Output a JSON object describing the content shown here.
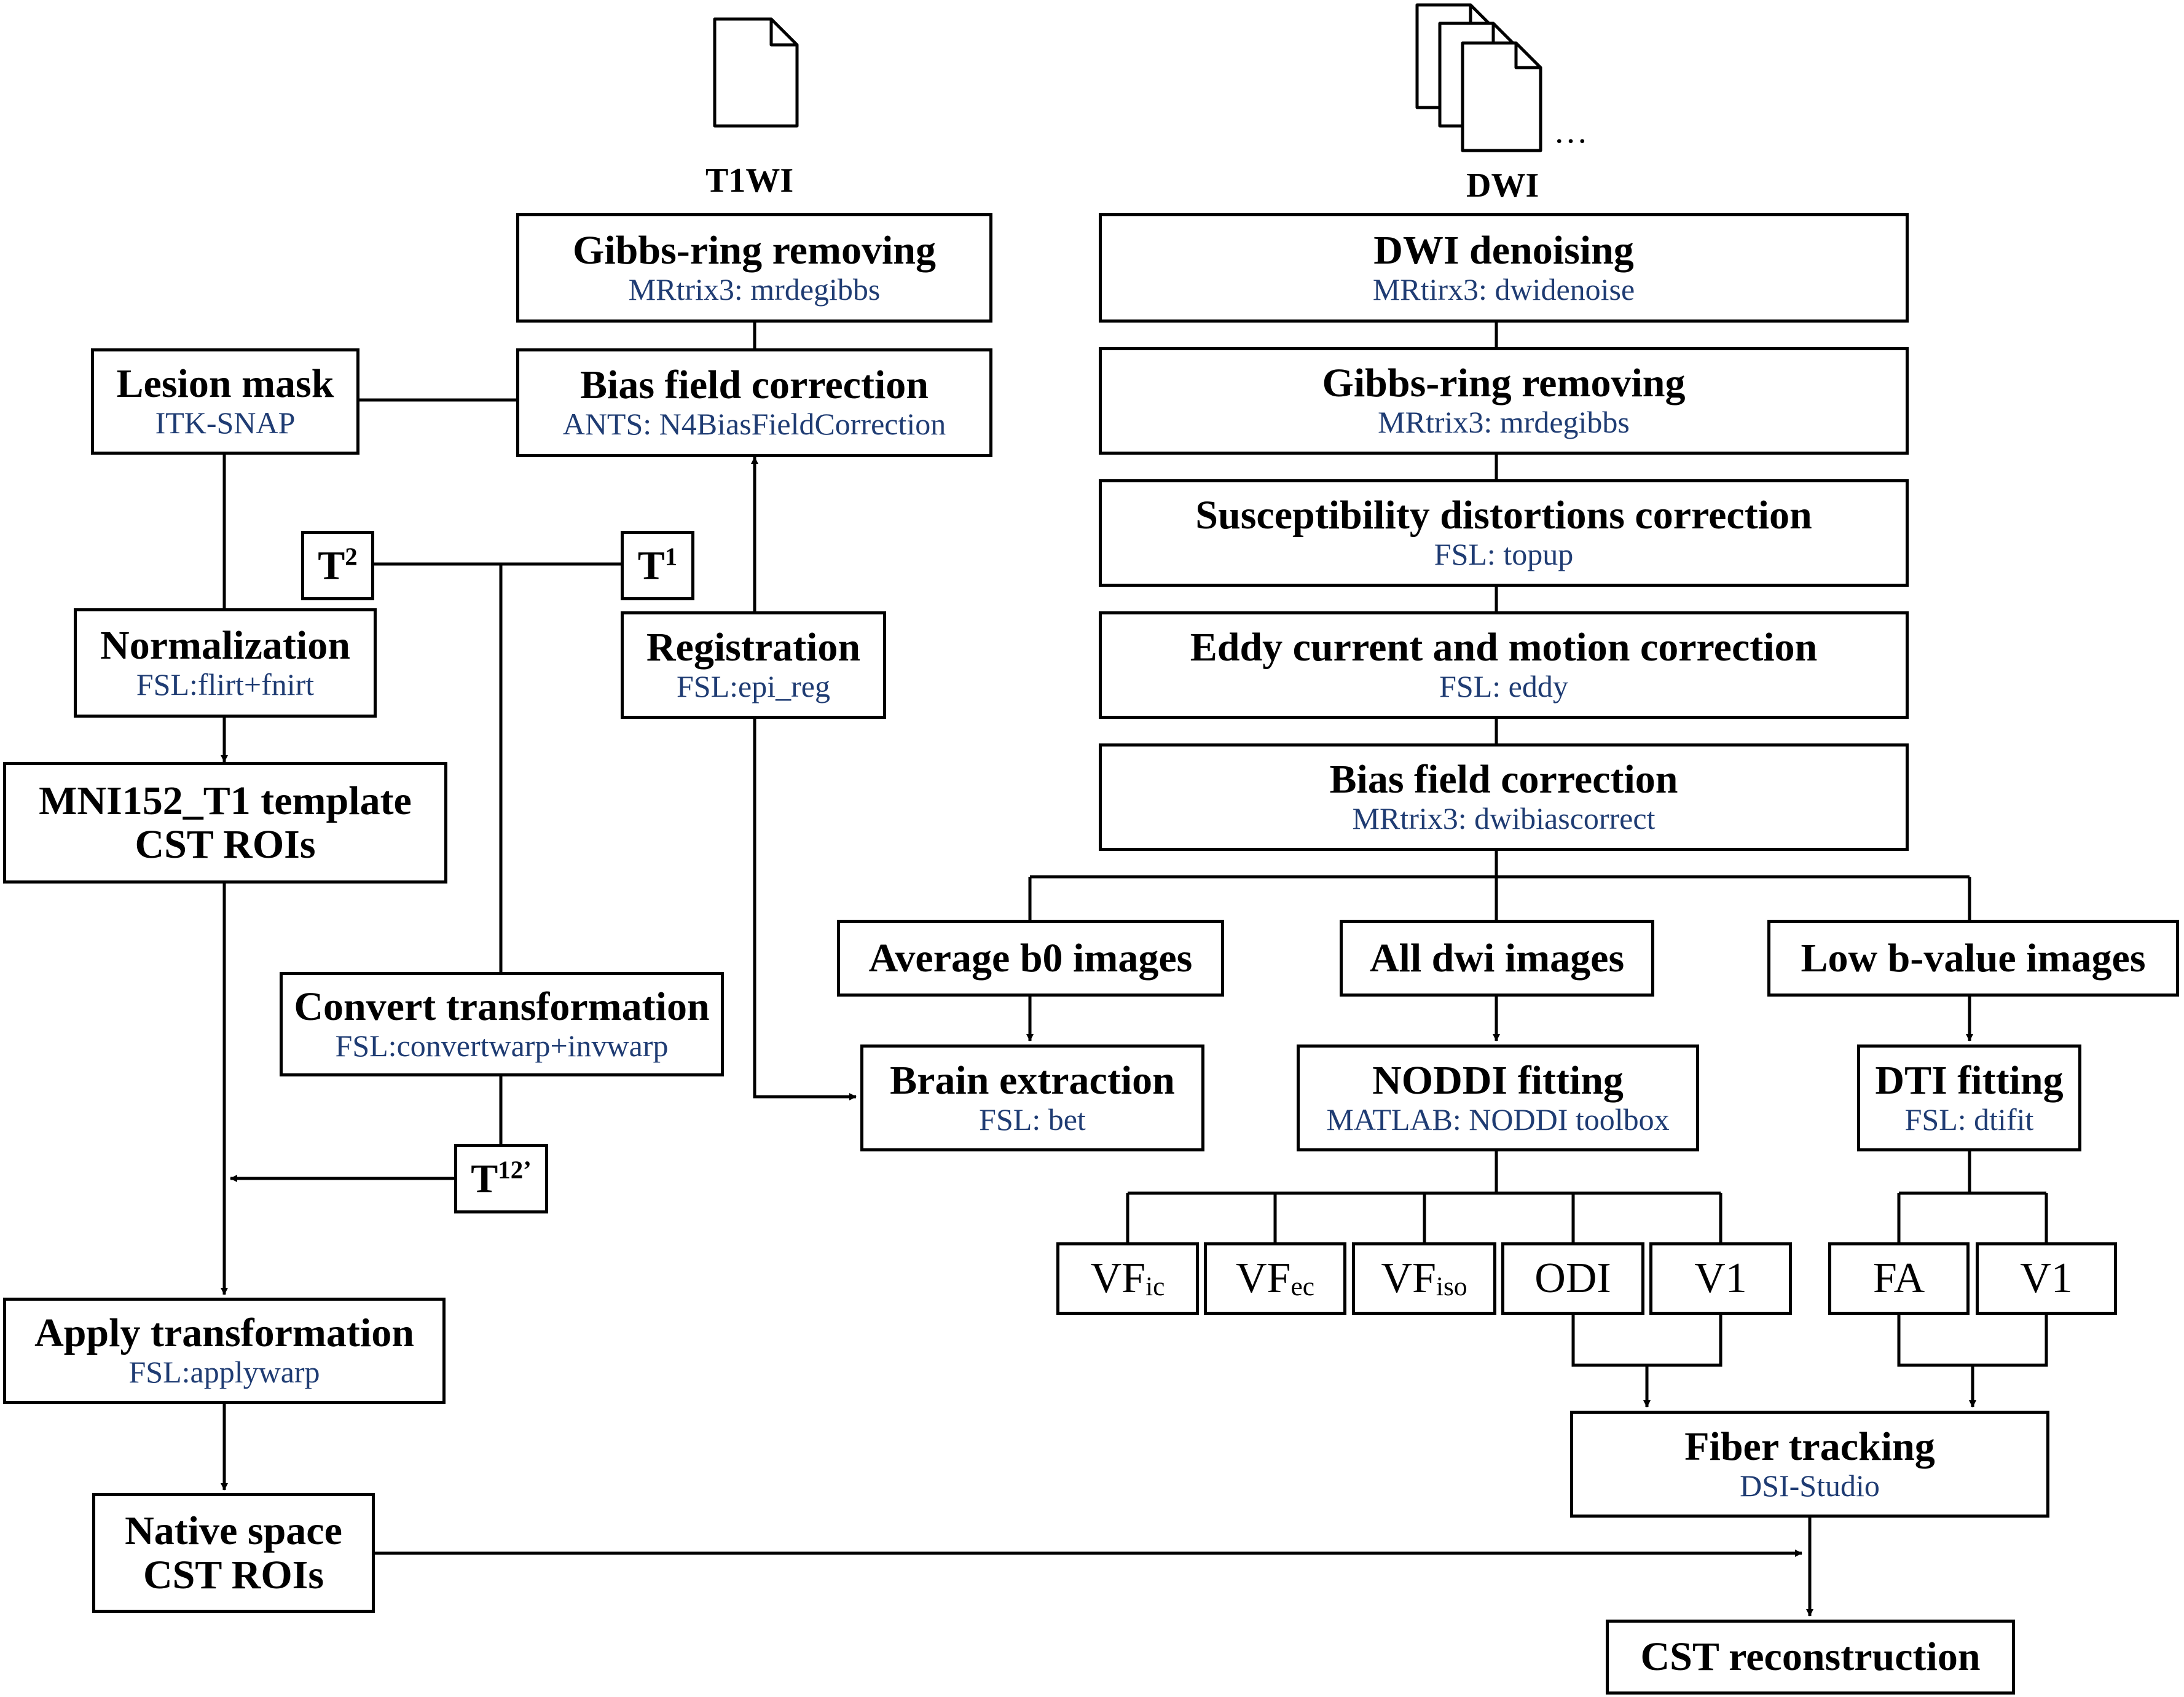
{
  "colors": {
    "line": "#000000",
    "tool_text": "#1f3c73",
    "background": "#ffffff"
  },
  "inputs": {
    "t1wi_label": "T1WI",
    "dwi_label": "DWI",
    "dwi_ellipsis": "…",
    "t1wi_icon": "document-icon",
    "dwi_icon": "document-stack-icon"
  },
  "t1_pipeline": {
    "gibbs": {
      "title": "Gibbs-ring removing",
      "tool": "MRtrix3: mrdegibbs"
    },
    "bias": {
      "title": "Bias field correction",
      "tool": "ANTS: N4BiasFieldCorrection"
    },
    "registration": {
      "title": "Registration",
      "tool": "FSL:epi_reg"
    }
  },
  "left_pipeline": {
    "lesion": {
      "title": "Lesion mask",
      "tool": "ITK-SNAP"
    },
    "normalization": {
      "title": "Normalization",
      "tool": "FSL:flirt+fnirt"
    },
    "template": {
      "line1": "MNI152_T1 template",
      "line2": "CST ROIs"
    },
    "convert": {
      "title": "Convert transformation",
      "tool": "FSL:convertwarp+invwarp"
    },
    "apply": {
      "title": "Apply transformation",
      "tool": "FSL:applywarp"
    },
    "native": {
      "line1": "Native space",
      "line2": "CST ROIs"
    }
  },
  "transforms": {
    "t2": {
      "base": "T",
      "sup": "2"
    },
    "t1": {
      "base": "T",
      "sup": "1"
    },
    "t12": {
      "base": "T",
      "sup": "12’"
    }
  },
  "dwi_pipeline": {
    "denoise": {
      "title": "DWI denoising",
      "tool": "MRtirx3: dwidenoise"
    },
    "gibbs": {
      "title": "Gibbs-ring removing",
      "tool": "MRtrix3: mrdegibbs"
    },
    "topup": {
      "title": "Susceptibility distortions correction",
      "tool": "FSL: topup"
    },
    "eddy": {
      "title": "Eddy current and motion correction",
      "tool": "FSL: eddy"
    },
    "bias": {
      "title": "Bias field correction",
      "tool": "MRtrix3: dwibiascorrect"
    }
  },
  "branches": {
    "b0": {
      "title": "Average b0 images"
    },
    "all": {
      "title": "All dwi images"
    },
    "low": {
      "title": "Low b-value images"
    },
    "brain": {
      "title": "Brain extraction",
      "tool": "FSL: bet"
    },
    "noddi": {
      "title": "NODDI fitting",
      "tool": "MATLAB: NODDI toolbox"
    },
    "dti": {
      "title": "DTI fitting",
      "tool": "FSL: dtifit"
    }
  },
  "maps": {
    "vfic": {
      "base": "VF",
      "sub": "ic"
    },
    "vfec": {
      "base": "VF",
      "sub": "ec"
    },
    "vfiso": {
      "base": "VF",
      "sub": "iso"
    },
    "odi": {
      "base": "ODI"
    },
    "v1_noddi": {
      "base": "V1"
    },
    "fa": {
      "base": "FA"
    },
    "v1_dti": {
      "base": "V1"
    }
  },
  "output": {
    "fiber": {
      "title": "Fiber tracking",
      "tool": "DSI-Studio"
    },
    "cst": {
      "title": "CST reconstruction"
    }
  }
}
